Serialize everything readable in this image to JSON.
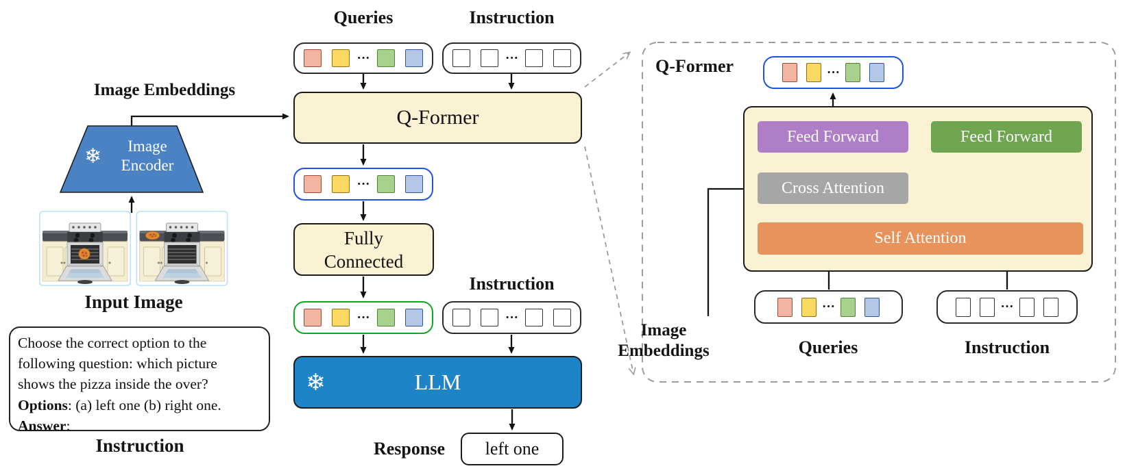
{
  "figure": {
    "left": {
      "image_embeddings_label": "Image Embeddings",
      "encoder_line1": "Image",
      "encoder_line2": "Encoder",
      "input_image_label": "Input Image",
      "instruction_label": "Instruction",
      "instruction_text": {
        "line1": "Choose the correct option to the",
        "line2": "following question: which picture",
        "line3": "shows the pizza inside the over?",
        "line4_bold": "Options",
        "line4_rest": ": (a) left one (b) right one.",
        "line5_bold": "Answer",
        "line5_rest": ":"
      }
    },
    "middle": {
      "queries_label": "Queries",
      "instruction_label_top": "Instruction",
      "qformer_box_label": "Q-Former",
      "fully_connected_line1": "Fully",
      "fully_connected_line2": "Connected",
      "instruction_label_mid": "Instruction",
      "llm_box_label": "LLM",
      "response_label": "Response",
      "response_value": "left one"
    },
    "panel": {
      "title": "Q-Former",
      "feed_forward_left": "Feed Forward",
      "feed_forward_right": "Feed Forward",
      "cross_attention": "Cross Attention",
      "self_attention": "Self Attention",
      "image_embeddings_line1": "Image",
      "image_embeddings_line2": "Embeddings",
      "queries_label": "Queries",
      "instruction_label": "Instruction"
    }
  },
  "icons": {
    "snowflake": "❄",
    "token_ellipsis": "···"
  },
  "tokens": {
    "palette": {
      "salmon": {
        "fill": "#F2B5A2",
        "stroke": "#9A4B39"
      },
      "yellow": {
        "fill": "#FBD862",
        "stroke": "#8C6D20"
      },
      "green": {
        "fill": "#A9D18E",
        "stroke": "#538135"
      },
      "blue": {
        "fill": "#B4C7E7",
        "stroke": "#2F5597"
      },
      "plain": {
        "fill": "#FFFFFF",
        "stroke": "#333333"
      }
    },
    "colored": [
      "salmon",
      "yellow",
      "dots",
      "green",
      "blue"
    ],
    "plain": [
      "plain",
      "plain",
      "dots",
      "plain",
      "plain"
    ]
  },
  "colors": {
    "box_fill_cream": "#FBF1D3",
    "llm_blue": "#1E84C8",
    "encoder_blue": "#4A82C4",
    "blue_pill_border": "#2052E0",
    "green_pill_border": "#0CA821",
    "purple_ff": "#AE7EC7",
    "green_ff": "#6FA450",
    "gray_ca": "#A6A6A6",
    "orange_sa": "#E8935B"
  }
}
